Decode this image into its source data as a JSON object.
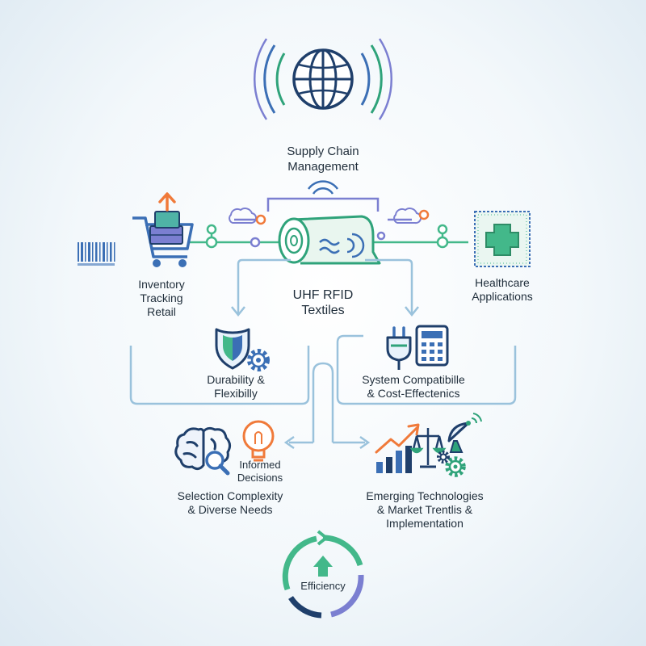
{
  "nodes": {
    "top": {
      "line1": "Supply Chain",
      "line2": "Management"
    },
    "center": {
      "line1": "UHF RFID",
      "line2": "Textiles"
    },
    "left": {
      "line1": "Inventory",
      "line2": "Tracking",
      "line3": "Retail"
    },
    "right": {
      "line1": "Healthcare",
      "line2": "Applications"
    },
    "durability": {
      "line1": "Durability &",
      "line2": "Flexibilly"
    },
    "compat": {
      "line1": "System Compatibille",
      "line2": "& Cost-Effectenics"
    },
    "informed": {
      "line1": "Informed",
      "line2": "Decisions"
    },
    "selection": {
      "line1": "Selection Complexity",
      "line2": "& Diverse Needs"
    },
    "emerging": {
      "line1": "Emerging Technologies",
      "line2": "& Market Trentlis &",
      "line3": "Implementation"
    },
    "efficiency": {
      "label": "Efficiency"
    }
  },
  "colors": {
    "teal": "#2fa37a",
    "navy": "#1f3f6b",
    "blue": "#3b6fb5",
    "purple": "#7b7fd1",
    "lightblue": "#9ac2dc",
    "orange": "#f07a3a",
    "green": "#43b88a"
  },
  "icons": [
    "globe-icon",
    "cart-icon",
    "barcode-icon",
    "rfid-roll-icon",
    "medical-cross-icon",
    "shield-icon",
    "gear-icon",
    "plug-icon",
    "calculator-icon",
    "brain-icon",
    "lightbulb-icon",
    "bar-chart-icon",
    "scale-icon",
    "satellite-dish-icon",
    "efficiency-cycle-icon"
  ]
}
